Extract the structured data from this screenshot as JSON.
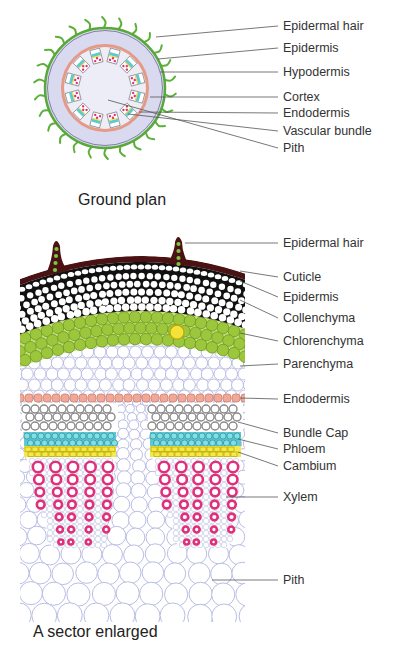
{
  "diagram": {
    "labels": [
      "Epidermal hair",
      "Epidermis",
      "Hypodermis",
      "Cortex",
      "Endodermis",
      "Vascular bundle",
      "Pith",
      "Ground plan",
      "Epidermal hair",
      "Cuticle",
      "Epidermis",
      "Collenchyma",
      "Chlorenchyma",
      "Parenchyma",
      "Endodermis",
      "Bundle Cap",
      "Phloem",
      "Cambium",
      "Xylem",
      "Pith",
      "A sector enlarged"
    ]
  }
}
